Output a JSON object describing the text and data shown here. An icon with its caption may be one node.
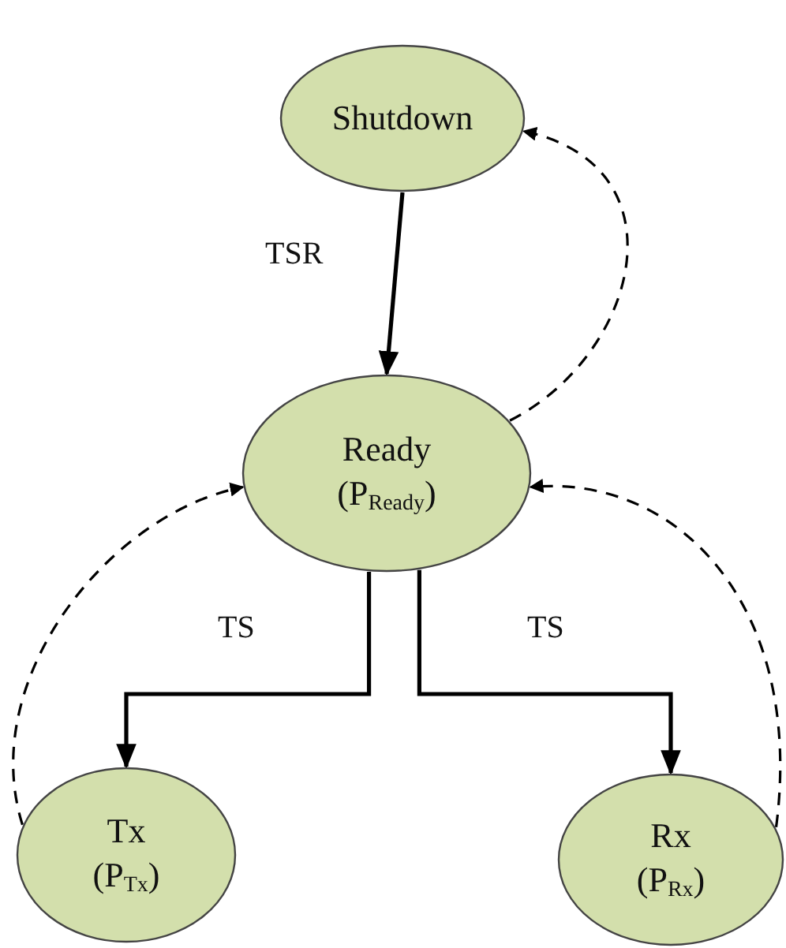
{
  "diagram": {
    "nodes": [
      {
        "text": [
          "Shutdown"
        ]
      },
      {
        "text": [
          "Ready",
          "(P$_{Ready}$)"
        ]
      },
      {
        "text": [
          "Tx",
          "(P$_{Tx}$)"
        ]
      },
      {
        "text": [
          "Rx",
          "(P$_{Rx}$)"
        ]
      }
    ],
    "edges": [
      {
        "from": 0,
        "to": 1,
        "arrow": "to",
        "label": "TSR"
      },
      {
        "from": 1,
        "to": 0,
        "arrow": "to",
        "style": "dashed"
      },
      {
        "from": 1,
        "to": 2,
        "arrow": "to",
        "label": "TS"
      },
      {
        "from": 1,
        "to": 3,
        "arrow": "to",
        "label": "TS"
      },
      {
        "from": 2,
        "to": 1,
        "arrow": "to",
        "style": "dashed"
      },
      {
        "from": 3,
        "to": 1,
        "arrow": "to",
        "style": "dashed"
      }
    ]
  }
}
